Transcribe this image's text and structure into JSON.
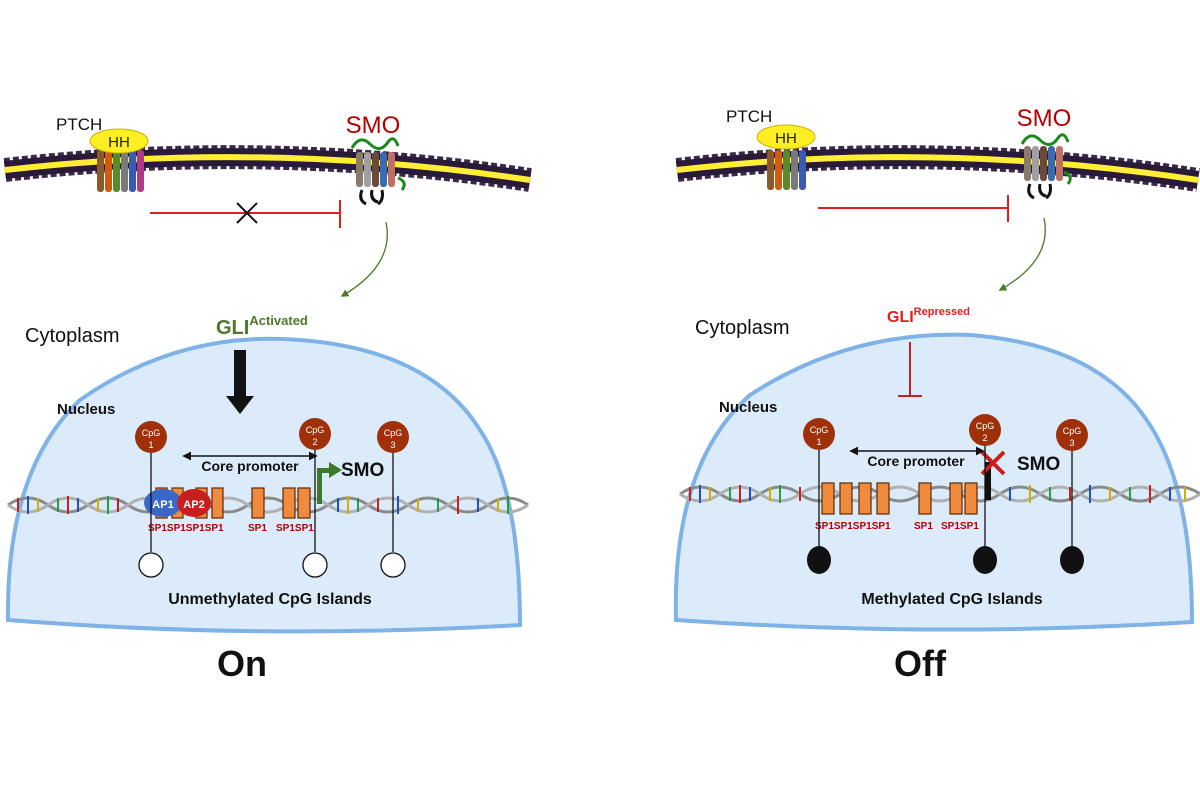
{
  "panels": {
    "on": {
      "ptch_label": "PTCH",
      "hh_label": "HH",
      "smo_receptor_label": "SMO",
      "gli_label": "GLI",
      "gli_superscript": "Activated",
      "cytoplasm_label": "Cytoplasm",
      "nucleus_label": "Nucleus",
      "core_promoter_label": "Core promoter",
      "smo_gene_label": "SMO",
      "ap1_label": "AP1",
      "ap2_label": "AP2",
      "sp1_group_label": "SP1SP1SP1SP1",
      "sp1_single_label": "SP1",
      "sp1_pair_label": "SP1SP1",
      "cpg": [
        {
          "text": "CpG",
          "num": "1"
        },
        {
          "text": "CpG",
          "num": "2"
        },
        {
          "text": "CpG",
          "num": "3"
        }
      ],
      "islands_label": "Unmethylated CpG Islands",
      "state_label": "On"
    },
    "off": {
      "ptch_label": "PTCH",
      "hh_label": "HH",
      "smo_receptor_label": "SMO",
      "gli_label": "GLI",
      "gli_superscript": "Repressed",
      "cytoplasm_label": "Cytoplasm",
      "nucleus_label": "Nucleus",
      "core_promoter_label": "Core promoter",
      "smo_gene_label": "SMO",
      "sp1_group_label": "SP1SP1SP1SP1",
      "sp1_single_label": "SP1",
      "sp1_pair_label": "SP1SP1",
      "cpg": [
        {
          "text": "CpG",
          "num": "1"
        },
        {
          "text": "CpG",
          "num": "2"
        },
        {
          "text": "CpG",
          "num": "3"
        }
      ],
      "islands_label": "Methylated CpG Islands",
      "state_label": "Off"
    }
  },
  "colors": {
    "smo_red": "#b40000",
    "gli_green": "#4a7a2a",
    "gli_red": "#e02020",
    "nucleus_fill": "#dcebf9",
    "nucleus_stroke": "#7fb2e6",
    "cpg_fill": "#a0300a",
    "sp1_box": "#f08a3c",
    "ap1": "#3a68c8",
    "ap2": "#c81e1e",
    "inhibit_red": "#e02020",
    "membrane_yellow": "#ffee33"
  }
}
